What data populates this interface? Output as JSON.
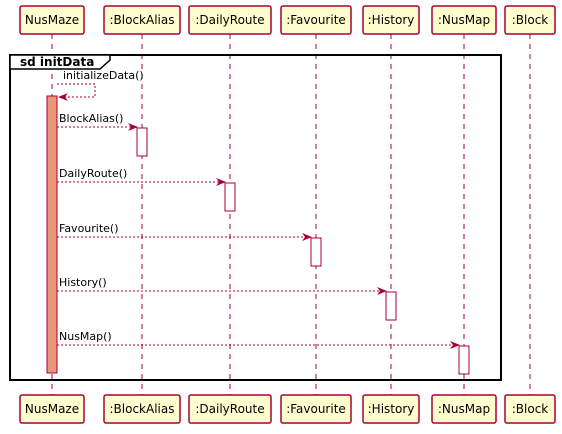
{
  "frame": {
    "title": "sd initData"
  },
  "participants": [
    {
      "name": "NusMaze"
    },
    {
      "name": ":BlockAlias"
    },
    {
      "name": ":DailyRoute"
    },
    {
      "name": ":Favourite"
    },
    {
      "name": ":History"
    },
    {
      "name": ":NusMap"
    },
    {
      "name": ":Block"
    }
  ],
  "messages": [
    {
      "label": "initializeData()",
      "from": "NusMaze",
      "to": "NusMaze"
    },
    {
      "label": "BlockAlias()",
      "from": "NusMaze",
      "to": ":BlockAlias"
    },
    {
      "label": "DailyRoute()",
      "from": "NusMaze",
      "to": ":DailyRoute"
    },
    {
      "label": "Favourite()",
      "from": "NusMaze",
      "to": ":Favourite"
    },
    {
      "label": "History()",
      "from": "NusMaze",
      "to": ":History"
    },
    {
      "label": "NusMap()",
      "from": "NusMaze",
      "to": ":NusMap"
    }
  ],
  "colors": {
    "participant_fill": "#FEFECE",
    "participant_border": "#A80036",
    "lifeline": "#A80036",
    "arrow": "#A80036",
    "main_activation_fill": "#E9967A",
    "activation_fill": "#FFFFFF",
    "frame_border": "#000000"
  }
}
